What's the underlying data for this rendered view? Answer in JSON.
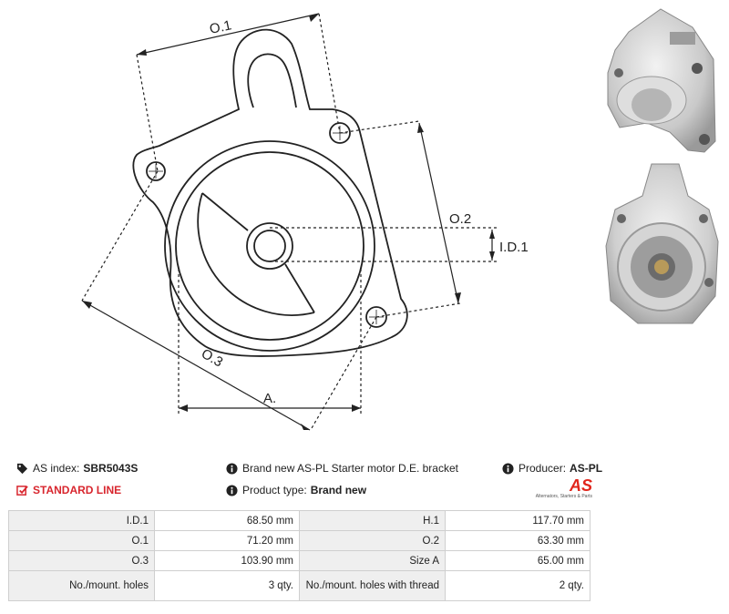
{
  "drawing": {
    "labels": {
      "o1": "O.1",
      "o2": "O.2",
      "o3": "O.3",
      "id1": "I.D.1",
      "a": "A."
    }
  },
  "info": {
    "as_index_label": "AS index:",
    "as_index_value": "SBR5043S",
    "standard_line": "STANDARD LINE",
    "description": "Brand new AS-PL Starter motor D.E. bracket",
    "product_type_label": "Product type:",
    "product_type_value": "Brand new",
    "producer_label": "Producer:",
    "producer_value": "AS-PL",
    "logo_mark": "AS",
    "logo_tagline": "Alternators, Starters & Parts"
  },
  "specs": [
    {
      "label1": "I.D.1",
      "value1": "68.50  mm",
      "label2": "H.1",
      "value2": "117.70  mm"
    },
    {
      "label1": "O.1",
      "value1": "71.20  mm",
      "label2": "O.2",
      "value2": "63.30  mm"
    },
    {
      "label1": "O.3",
      "value1": "103.90  mm",
      "label2": "Size A",
      "value2": "65.00  mm"
    },
    {
      "label1": "No./mount. holes",
      "value1": "3 qty.",
      "label2": "No./mount. holes with thread",
      "value2": "2 qty."
    }
  ]
}
